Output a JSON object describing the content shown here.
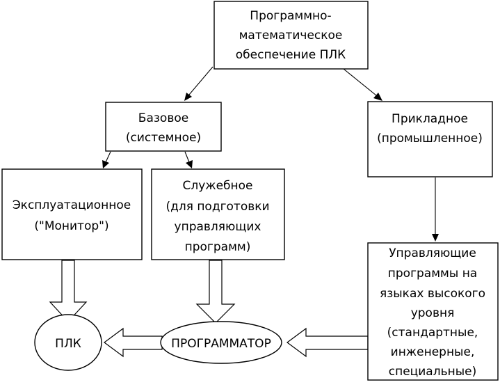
{
  "nodes": {
    "root": {
      "lines": [
        "Программно-",
        "математическое",
        "обеспечение ПЛК"
      ]
    },
    "base": {
      "lines": [
        "Базовое",
        "(системное)"
      ]
    },
    "applied": {
      "lines": [
        "Прикладное",
        "(промышленное)"
      ]
    },
    "operational": {
      "lines": [
        "Эксплуатационное",
        "(\"Монитор\")"
      ]
    },
    "service": {
      "lines": [
        "Служебное",
        "(для подготовки",
        "управляющих",
        "программ)"
      ]
    },
    "control_programs": {
      "lines": [
        "Управляющие",
        "программы на",
        "языках высокого",
        "уровня",
        "(стандартные,",
        "инженерные,",
        "специальные)"
      ]
    },
    "plc": {
      "lines": [
        "ПЛК"
      ]
    },
    "programmer": {
      "lines": [
        "ПРОГРАММАТОР"
      ]
    }
  }
}
